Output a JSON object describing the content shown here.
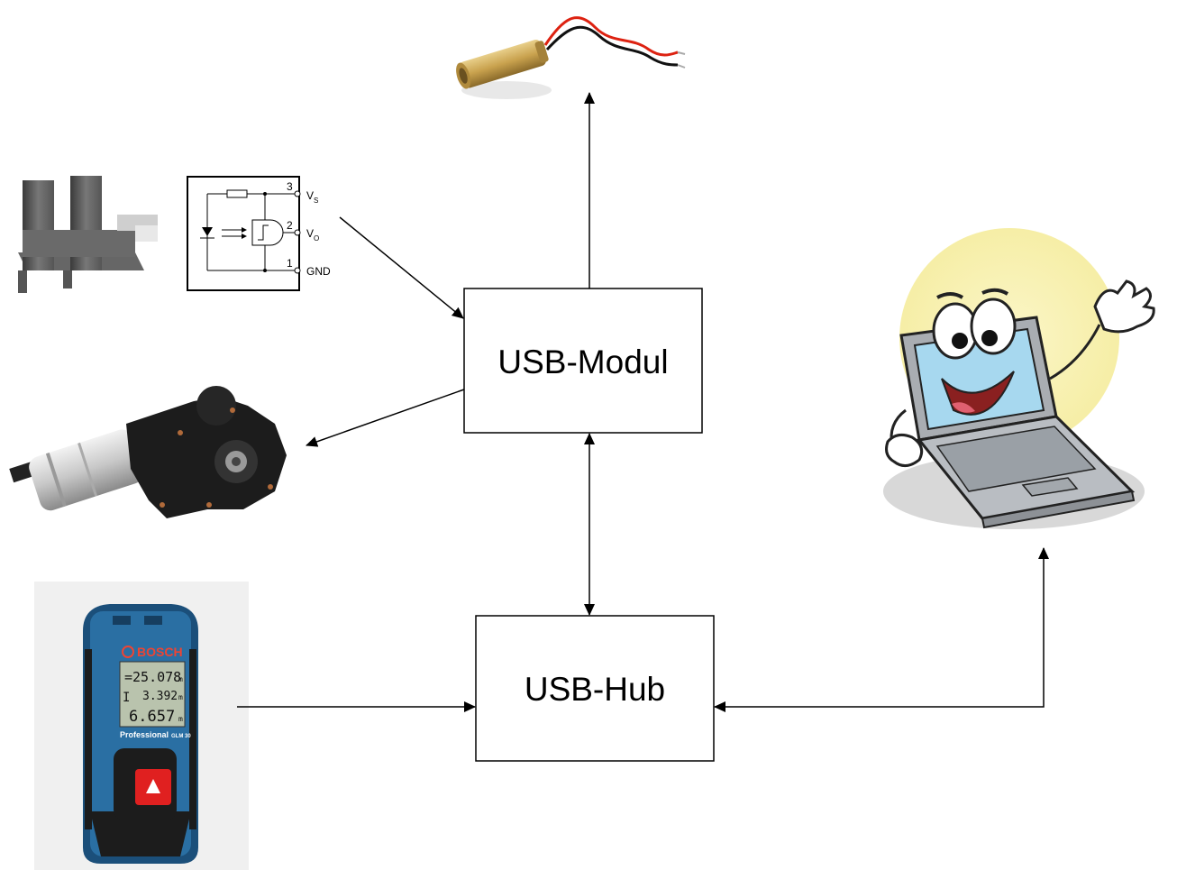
{
  "boxes": {
    "usb_modul": "USB-Modul",
    "usb_hub": "USB-Hub"
  },
  "sensor_schematic": {
    "pin3": "3",
    "pin2": "2",
    "pin1": "1",
    "vs": "V",
    "vs_sub": "S",
    "vo": "V",
    "vo_sub": "O",
    "gnd": "GND"
  },
  "rangefinder": {
    "brand": "BOSCH",
    "line1": "=25.078",
    "line2": "3.392",
    "line3": "6.657",
    "unit": "m",
    "model_label": "Professional",
    "model": "GLM 30"
  }
}
